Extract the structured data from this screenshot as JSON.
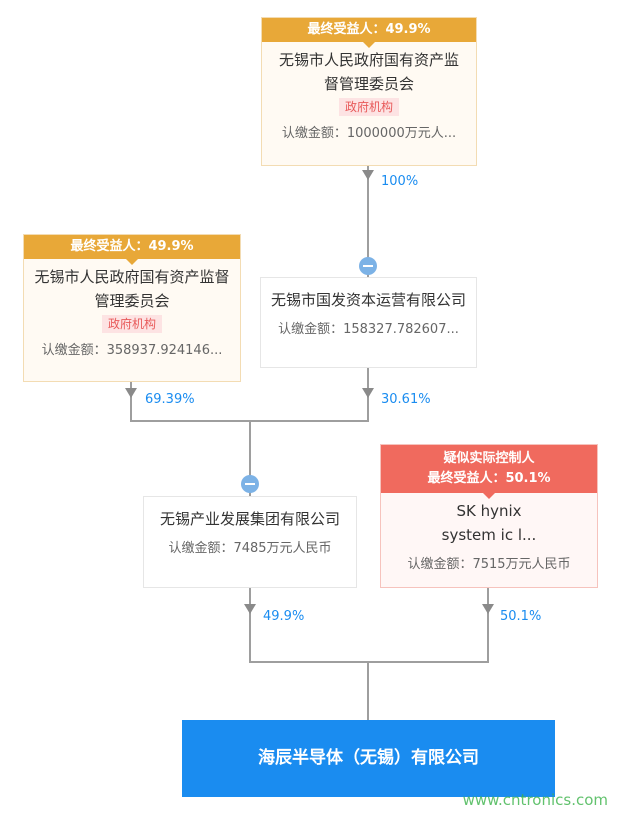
{
  "nodes": {
    "top": {
      "header": "最终受益人：49.9%",
      "name": "无锡市人民政府国有资产监督管理委员会",
      "tag": "政府机构",
      "amount": "认缴金额：1000000万元人..."
    },
    "left": {
      "header": "最终受益人：49.9%",
      "name": "无锡市人民政府国有资产监督管理委员会",
      "tag": "政府机构",
      "amount": "认缴金额：358937.924146..."
    },
    "middle": {
      "name": "无锡市国发资本运营有限公司",
      "amount": "认缴金额：158327.782607..."
    },
    "industry": {
      "name": "无锡产业发展集团有限公司",
      "amount": "认缴金额：7485万元人民币"
    },
    "sk": {
      "header1": "疑似实际控制人",
      "header2": "最终受益人：50.1%",
      "name": "SK hynix system ic l...",
      "amount": "认缴金额：7515万元人民币"
    },
    "target": {
      "name": "海辰半导体（无锡）有限公司"
    }
  },
  "edges": {
    "top_to_middle": "100%",
    "left_to_industry": "69.39%",
    "middle_to_industry": "30.61%",
    "industry_to_target": "49.9%",
    "sk_to_target": "50.1%"
  },
  "watermark": "www.cntronics.com"
}
